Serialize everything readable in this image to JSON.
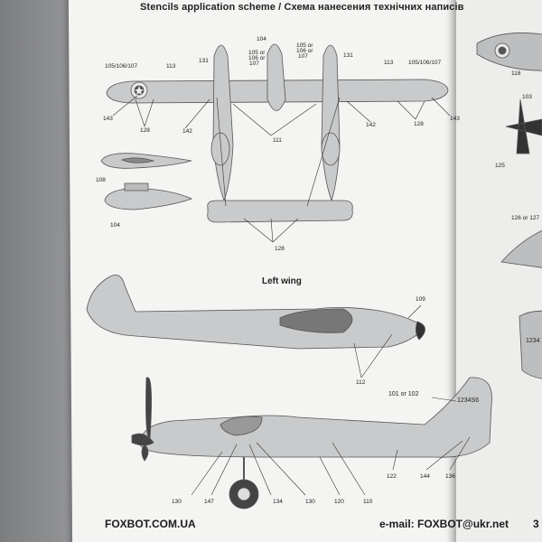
{
  "header": {
    "title": "Stencils application scheme / Схема нанесения технічних написів"
  },
  "subtitle": "Left wing",
  "labels": {
    "l1": "105/106/107",
    "l2": "113",
    "l3": "131",
    "l4": "104",
    "l5": "105 or",
    "l6": "106 or",
    "l7": "107",
    "l8": "105 or",
    "l9": "106 or",
    "l10": "107",
    "l11": "131",
    "l12": "113",
    "l13": "105/106/107",
    "l14": "143",
    "l15": "128",
    "l16": "142",
    "l17": "111",
    "l18": "142",
    "l19": "128",
    "l20": "143",
    "l21": "108",
    "l22": "104",
    "l23": "128",
    "l24": "109",
    "l25": "112",
    "l26": "101 or 102",
    "l27": "122",
    "l28": "144",
    "l29": "136",
    "l30": "130",
    "l31": "147",
    "l32": "134",
    "l33": "130",
    "l34": "120",
    "l35": "110",
    "r1": "118",
    "r2": "103",
    "r3": "125",
    "r4": "126 or 127",
    "r5": "1234"
  },
  "side_serial": "1234S6",
  "footer": {
    "left": "FOXBOT.COM.UA",
    "right": "e-mail: FOXBOT@ukr.net",
    "page": "3"
  }
}
